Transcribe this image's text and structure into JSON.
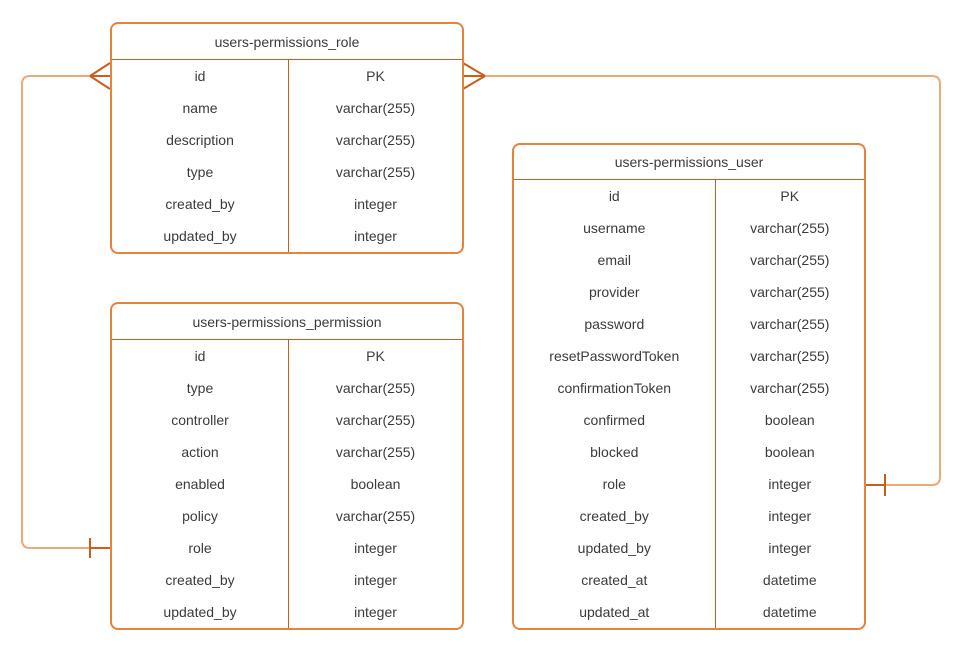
{
  "colors": {
    "table_border": "#e5823c",
    "table_divider": "#c85e1c",
    "relation_line": "#f0a876",
    "relation_marker": "#c85e1c",
    "text": "#3b3b3b",
    "background": "#ffffff"
  },
  "tables": [
    {
      "title": "users-permissions_role",
      "rows": [
        {
          "field": "id",
          "type": "PK"
        },
        {
          "field": "name",
          "type": "varchar(255)"
        },
        {
          "field": "description",
          "type": "varchar(255)"
        },
        {
          "field": "type",
          "type": "varchar(255)"
        },
        {
          "field": "created_by",
          "type": "integer"
        },
        {
          "field": "updated_by",
          "type": "integer"
        }
      ]
    },
    {
      "title": "users-permissions_permission",
      "rows": [
        {
          "field": "id",
          "type": "PK"
        },
        {
          "field": "type",
          "type": "varchar(255)"
        },
        {
          "field": "controller",
          "type": "varchar(255)"
        },
        {
          "field": "action",
          "type": "varchar(255)"
        },
        {
          "field": "enabled",
          "type": "boolean"
        },
        {
          "field": "policy",
          "type": "varchar(255)"
        },
        {
          "field": "role",
          "type": "integer"
        },
        {
          "field": "created_by",
          "type": "integer"
        },
        {
          "field": "updated_by",
          "type": "integer"
        }
      ]
    },
    {
      "title": "users-permissions_user",
      "rows": [
        {
          "field": "id",
          "type": "PK"
        },
        {
          "field": "username",
          "type": "varchar(255)"
        },
        {
          "field": "email",
          "type": "varchar(255)"
        },
        {
          "field": "provider",
          "type": "varchar(255)"
        },
        {
          "field": "password",
          "type": "varchar(255)"
        },
        {
          "field": "resetPasswordToken",
          "type": "varchar(255)"
        },
        {
          "field": "confirmationToken",
          "type": "varchar(255)"
        },
        {
          "field": "confirmed",
          "type": "boolean"
        },
        {
          "field": "blocked",
          "type": "boolean"
        },
        {
          "field": "role",
          "type": "integer"
        },
        {
          "field": "created_by",
          "type": "integer"
        },
        {
          "field": "updated_by",
          "type": "integer"
        },
        {
          "field": "created_at",
          "type": "datetime"
        },
        {
          "field": "updated_at",
          "type": "datetime"
        }
      ]
    }
  ],
  "relationships": [
    {
      "from_table": "users-permissions_role",
      "from_field": "id",
      "from_cardinality": "many",
      "to_table": "users-permissions_permission",
      "to_field": "role",
      "to_cardinality": "one"
    },
    {
      "from_table": "users-permissions_role",
      "from_field": "id",
      "from_cardinality": "many",
      "to_table": "users-permissions_user",
      "to_field": "role",
      "to_cardinality": "one"
    }
  ]
}
